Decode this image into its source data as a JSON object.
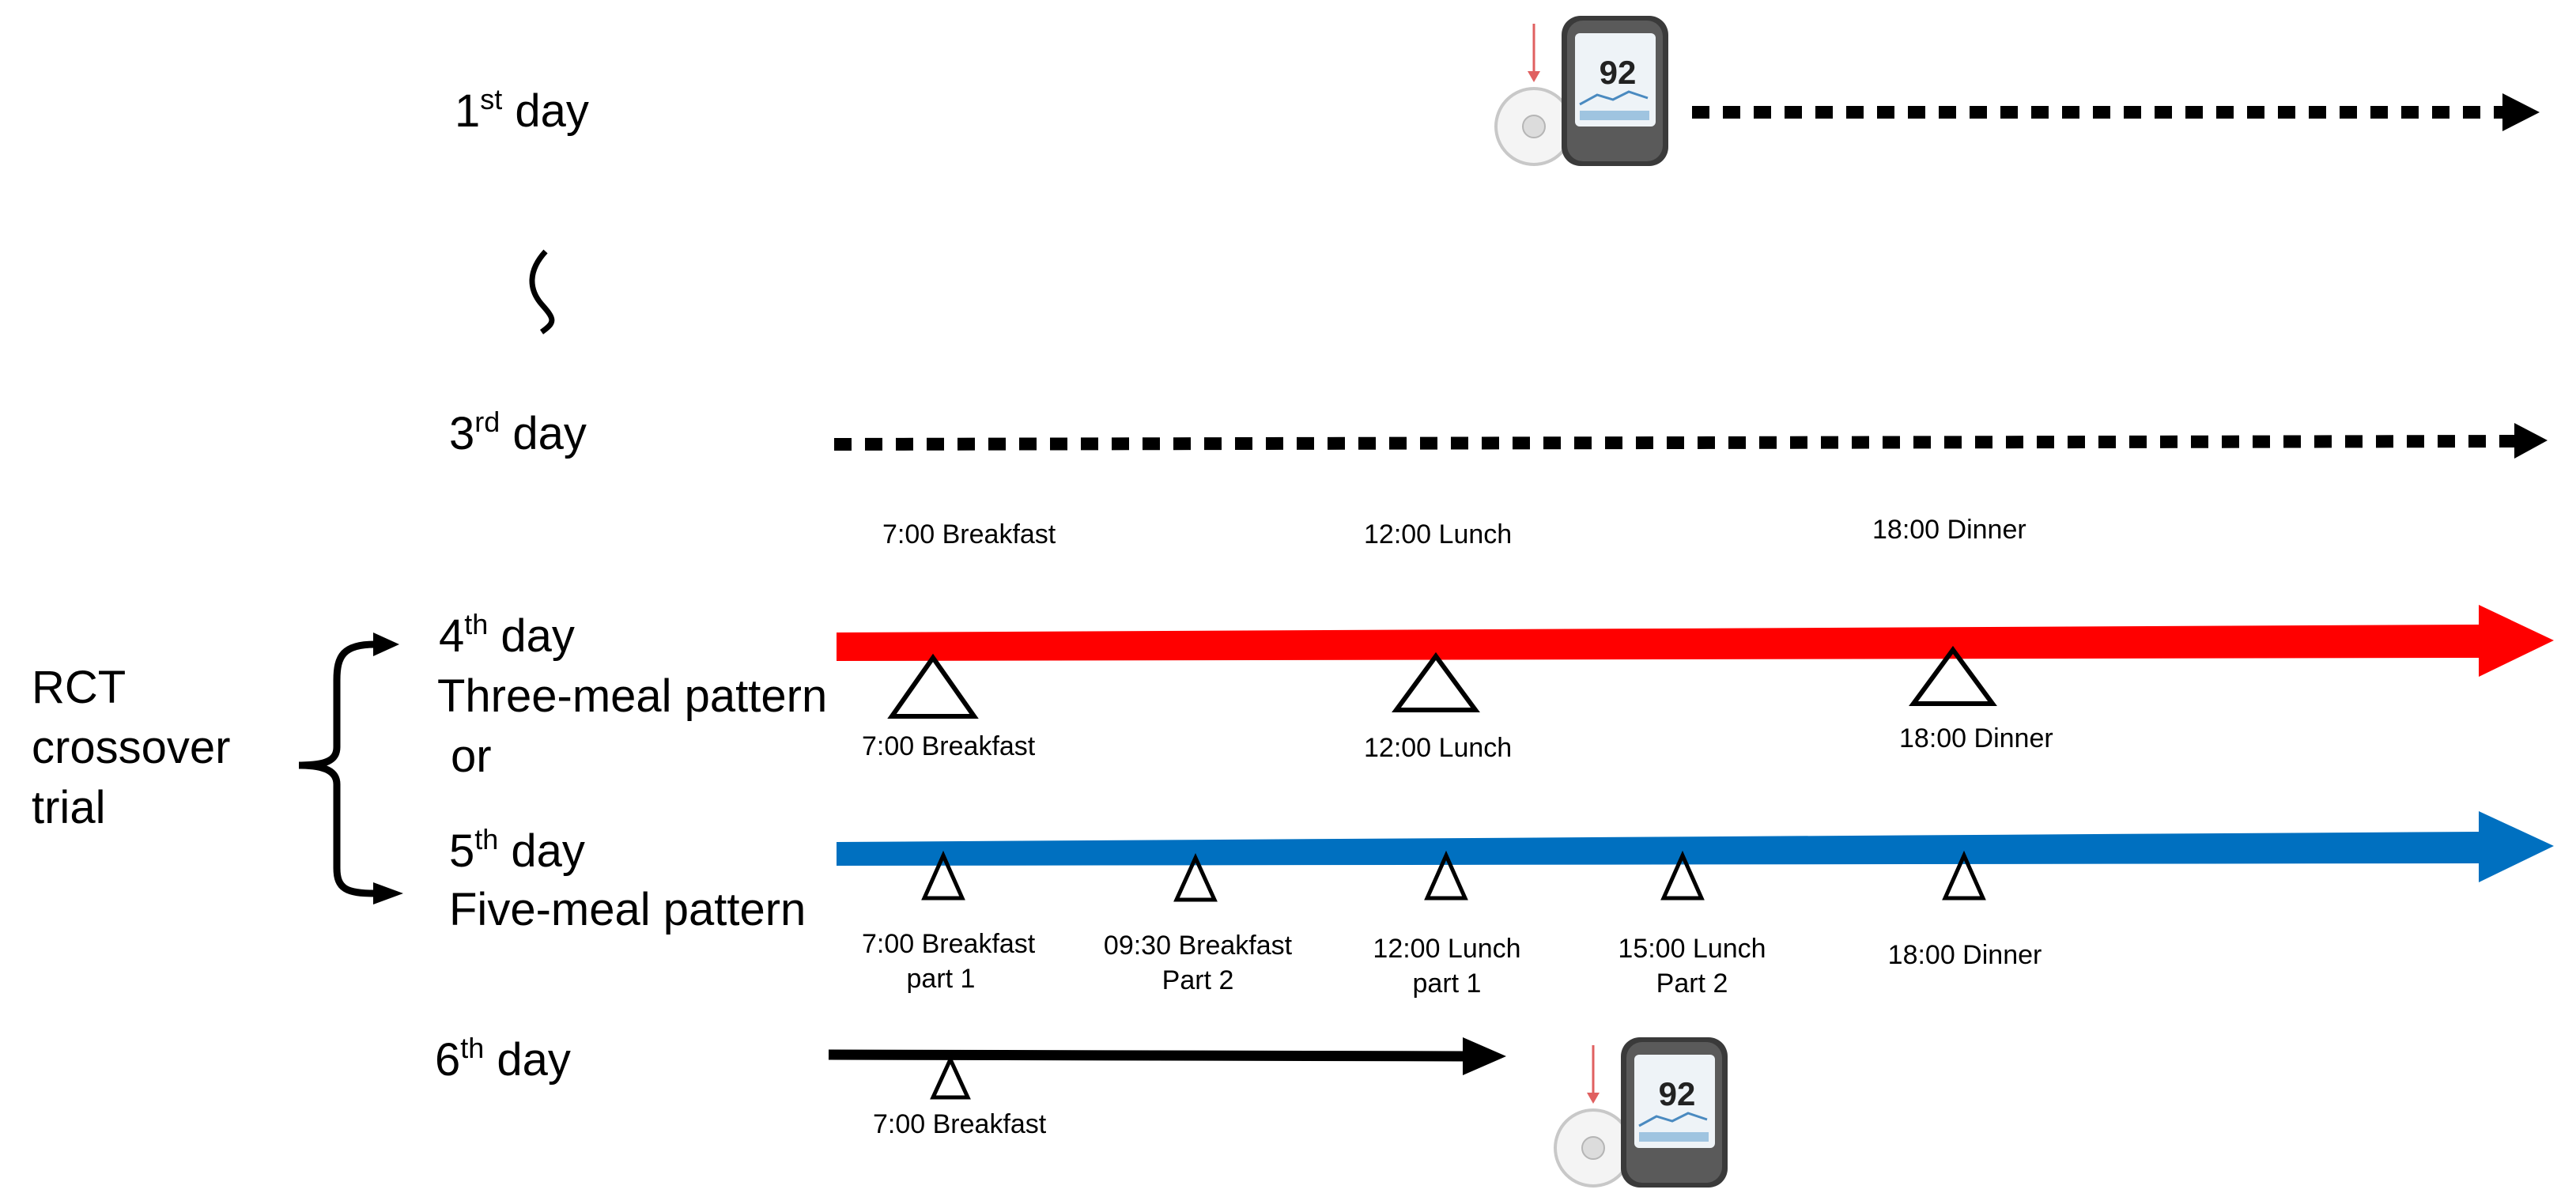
{
  "colors": {
    "three_meal": "#ff0000",
    "five_meal": "#0070c0",
    "baseline": "#000000"
  },
  "rct_label": [
    "RCT",
    "crossover",
    "trial"
  ],
  "days": {
    "day1": {
      "num": "1",
      "sup": "st",
      "word": "day"
    },
    "day3": {
      "num": "3",
      "sup": "rd",
      "word": "day"
    },
    "day4": {
      "num": "4",
      "sup": "th",
      "word": "day"
    },
    "day5": {
      "num": "5",
      "sup": "th",
      "word": "day"
    },
    "day6": {
      "num": "6",
      "sup": "th",
      "word": "day"
    }
  },
  "patterns": {
    "three_meal": "Three-meal pattern",
    "or_text": "or",
    "five_meal": "Five-meal pattern"
  },
  "meals": {
    "day3": [
      "7:00 Breakfast",
      "12:00 Lunch",
      "18:00 Dinner"
    ],
    "day4": [
      "7:00 Breakfast",
      "12:00 Lunch",
      "18:00 Dinner"
    ],
    "day5": [
      [
        "7:00 Breakfast",
        "part 1"
      ],
      [
        "09:30 Breakfast",
        "Part 2"
      ],
      [
        "12:00 Lunch",
        "part 1"
      ],
      [
        "15:00 Lunch",
        "Part 2"
      ],
      [
        "18:00 Dinner"
      ]
    ],
    "day6": [
      "7:00 Breakfast"
    ]
  },
  "device": {
    "reading": "92",
    "icon": "cgm-sensor-and-reader-icon"
  }
}
